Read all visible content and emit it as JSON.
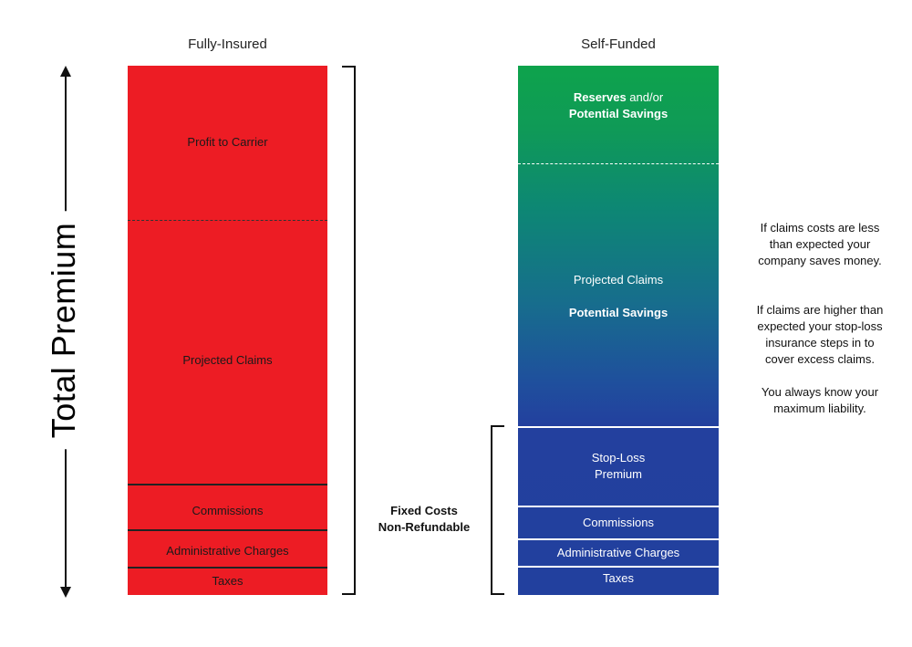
{
  "axis": {
    "label": "Total Premium"
  },
  "fully_insured": {
    "title": "Fully-Insured",
    "segments": {
      "profit": "Profit to Carrier",
      "projected_claims": "Projected Claims",
      "commissions": "Commissions",
      "admin": "Administrative Charges",
      "taxes": "Taxes"
    }
  },
  "fixed_costs": {
    "line1": "Fixed Costs",
    "line2": "Non-Refundable"
  },
  "self_funded": {
    "title": "Self-Funded",
    "segments": {
      "reserves_bold": "Reserves",
      "reserves_rest": " and/or",
      "potential_savings_top": "Potential Savings",
      "projected_claims": "Projected Claims",
      "potential_savings_mid": "Potential Savings",
      "stop_loss_line1": "Stop-Loss",
      "stop_loss_line2": "Premium",
      "commissions": "Commissions",
      "admin": "Administrative Charges",
      "taxes": "Taxes"
    },
    "colors": {
      "top": "#0ea34c",
      "bottom": "#22409e"
    }
  },
  "notes": {
    "less": [
      "If claims costs are less",
      "than expected your",
      "company saves money."
    ],
    "higher": [
      "If claims are higher than",
      "expected your stop-loss",
      "insurance steps in to",
      "cover excess claims."
    ],
    "liability": [
      "You always know your",
      "maximum liability."
    ]
  },
  "colors": {
    "fully_insured": "#ed1c24"
  }
}
